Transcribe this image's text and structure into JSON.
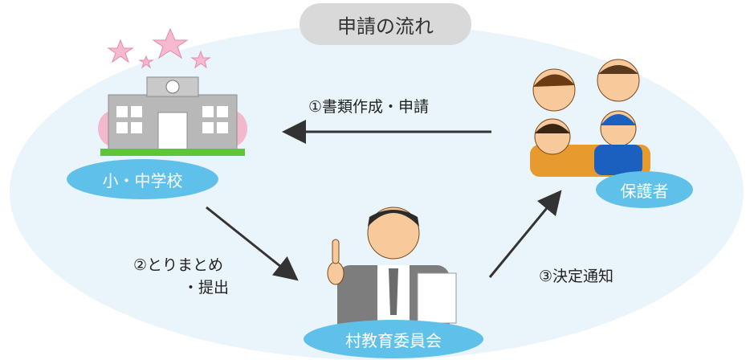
{
  "title": "申請の流れ",
  "nodes": {
    "school": "小・中学校",
    "parents": "保護者",
    "board": "村教育委員会"
  },
  "steps": {
    "step1": "①書類作成・申請",
    "step2_line1": "②とりまとめ",
    "step2_line2": "・提出",
    "step3": "③決定通知"
  },
  "colors": {
    "background_ellipse": "#eaf4fb",
    "node_fill": "#5fc0ea",
    "title_fill": "#d9d9d9",
    "arrow": "#333333"
  }
}
